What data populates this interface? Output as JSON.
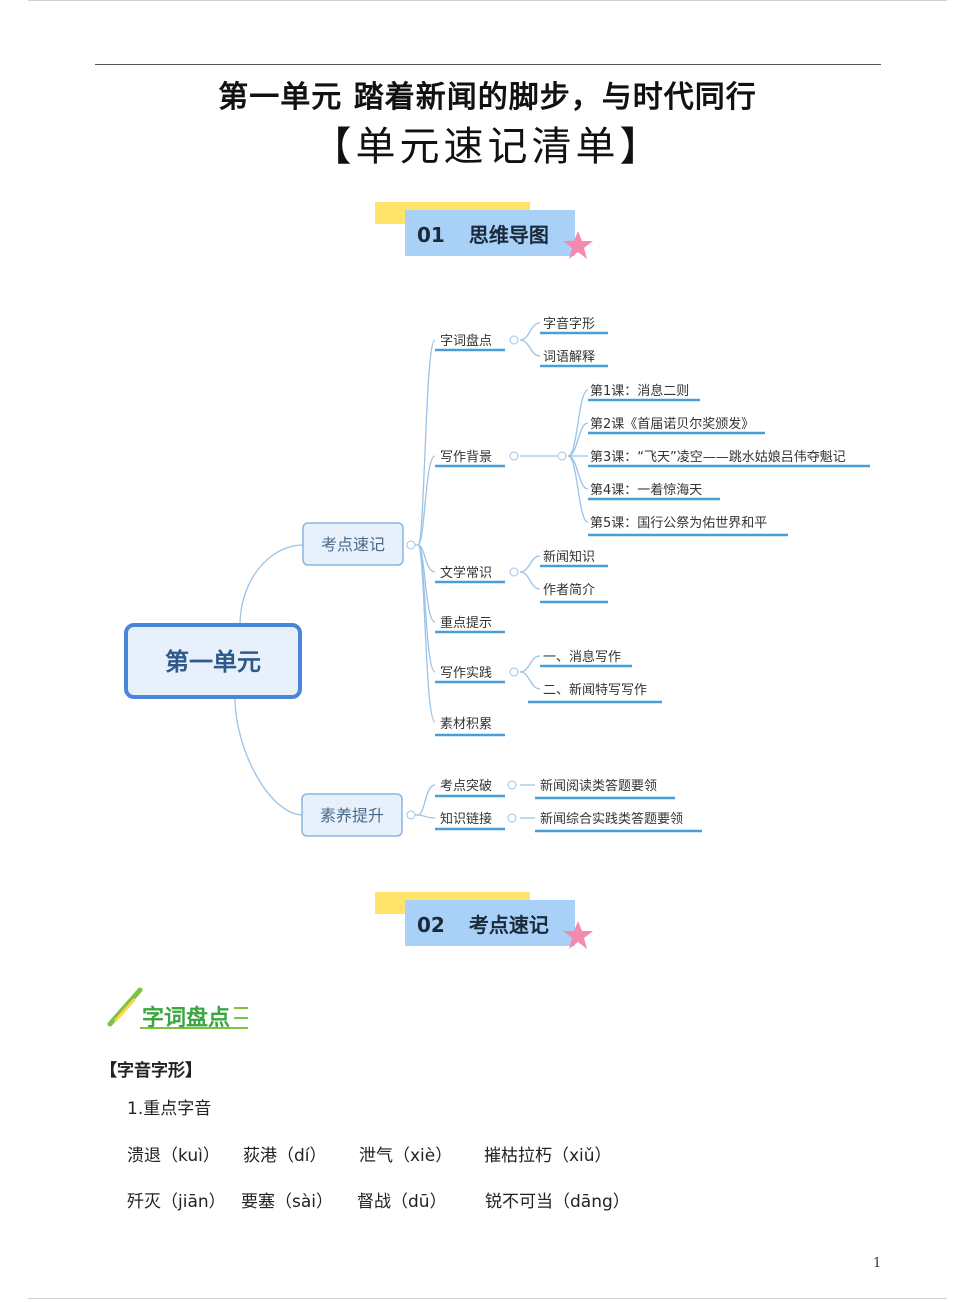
{
  "header": {
    "title": "第一单元 踏着新闻的脚步，与时代同行",
    "subtitle": "【单元速记清单】"
  },
  "sections": [
    {
      "num": "01",
      "label": "思维导图"
    },
    {
      "num": "02",
      "label": "考点速记"
    }
  ],
  "mindmap": {
    "root": "第一单元",
    "branches": [
      {
        "label": "考点速记",
        "children": [
          {
            "label": "字词盘点",
            "children": [
              "字音字形",
              "词语解释"
            ]
          },
          {
            "label": "写作背景",
            "children": [
              "第1课：消息二则",
              "第2课《首届诺贝尔奖颁发》",
              "第3课：“飞天”凌空——跳水姑娘吕伟夺魁记",
              "第4课：一着惊海天",
              "第5课：国行公祭为佑世界和平"
            ]
          },
          {
            "label": "文学常识",
            "children": [
              "新闻知识",
              "作者简介"
            ]
          },
          {
            "label": "重点提示",
            "children": []
          },
          {
            "label": "写作实践",
            "children": [
              "一、消息写作",
              "二、新闻特写写作"
            ]
          },
          {
            "label": "素材积累",
            "children": []
          }
        ]
      },
      {
        "label": "素养提升",
        "children": [
          {
            "label": "考点突破",
            "children": [
              "新闻阅读类答题要领"
            ]
          },
          {
            "label": "知识链接",
            "children": [
              "新闻综合实践类答题要领"
            ]
          }
        ]
      }
    ]
  },
  "vocab": {
    "tag": "字词盘点",
    "heading": "【字音字形】",
    "subheading": "1.重点字音",
    "row1": [
      "溃退（kuì）",
      "荻港（dí）",
      "泄气（xiè）",
      "摧枯拉朽（xiǔ）"
    ],
    "row2": [
      "歼灭（jiān）",
      "要塞（sài）",
      "督战（dū）",
      "锐不可当（dāng）"
    ]
  },
  "page_number": "1",
  "colors": {
    "accent_yellow": "#ffe36b",
    "accent_blue": "#a9d1f7",
    "star_pink": "#f58ab0",
    "node_border": "#4a86d8",
    "tag_green": "#3aa640"
  }
}
